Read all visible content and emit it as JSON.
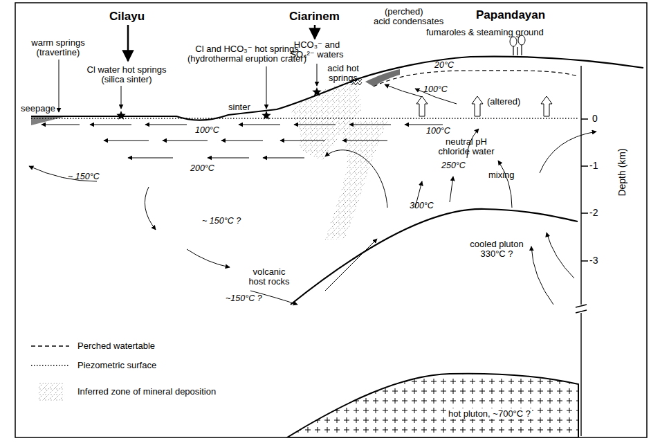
{
  "diagram": {
    "nodes": [
      {
        "text": [
          "hot pluton, ~700°C ?"
        ]
      }
    ],
    "labels": [
      "Cilayu",
      "Ciarinem",
      "Papandayan",
      "(perched)",
      "acid condensates",
      "fumaroles & steaming ground",
      "HCO₃⁻ and SO₄²⁻ waters",
      "warm springs (travertine)",
      "Cl water hot springs (silica sinter)",
      "Cl and HCO₃⁻ hot springs (hydrothermal eruption crater)",
      "sinter",
      "acid hot springs",
      "seepage",
      "20°C",
      "100°C",
      "(altered)",
      "100°C",
      "100°C",
      "neutral pH chloride water",
      "~ 150°C",
      "200°C",
      "250°C",
      "mixing",
      "~ 150°C ?",
      "300°C",
      "cooled pluton 330°C ?",
      "volcanic host rocks",
      "~150°C ?",
      "0",
      "-1",
      "-2",
      "-3",
      "Depth (km)"
    ],
    "legend": [
      {
        "text": "Perched watertable"
      },
      {
        "text": "Piezometric surface"
      },
      {
        "text": "Inferred zone of mineral deposition"
      }
    ]
  }
}
